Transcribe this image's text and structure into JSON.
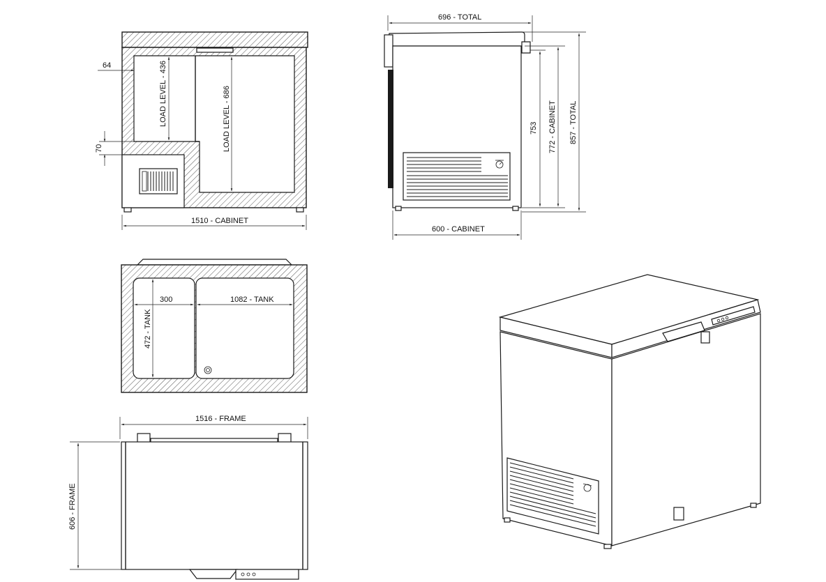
{
  "dimensions": {
    "front_section": {
      "depth_64": "64",
      "step_70": "70",
      "load_level_436": "LOAD LEVEL - 436",
      "load_level_686": "LOAD LEVEL - 686",
      "cabinet_width": "1510 - CABINET"
    },
    "side_view": {
      "total_depth": "696 - TOTAL",
      "cabinet_depth": "600 - CABINET",
      "inner_height": "753",
      "cabinet_height": "772 - CABINET",
      "total_height": "857 - TOTAL"
    },
    "top_section": {
      "small_tank": "300",
      "large_tank": "1082 - TANK",
      "tank_depth": "472 - TANK"
    },
    "top_view": {
      "frame_width": "1516 - FRAME",
      "frame_depth": "606 - FRAME"
    }
  },
  "icons": {
    "side_panel": "temperature-gauge-icon",
    "iso_panel": "temperature-gauge-icon",
    "drain": "drain-plug-icon"
  }
}
